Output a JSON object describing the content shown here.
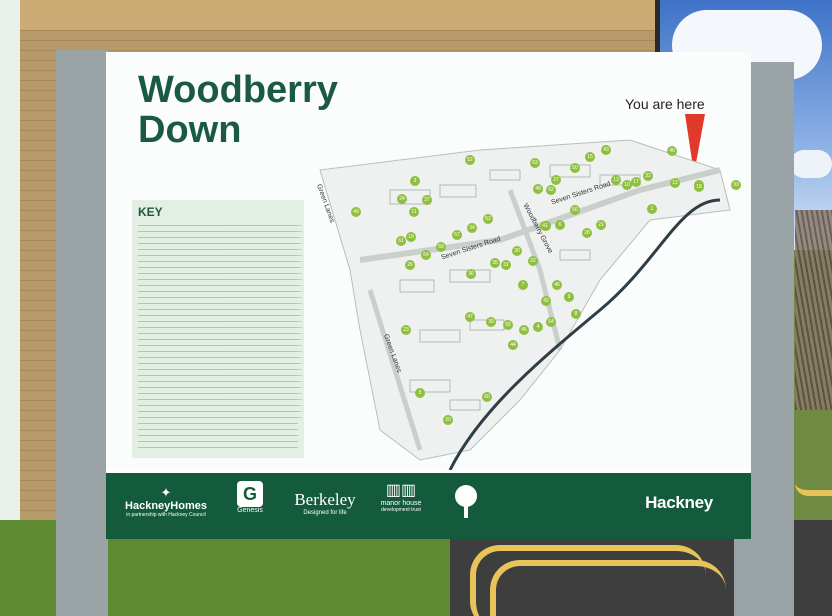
{
  "sign": {
    "title_line1": "Woodberry",
    "title_line2": "Down",
    "you_are_here": "You are here",
    "key_heading": "KEY",
    "street_labels": {
      "green_lanes_top": "Green Lanes",
      "green_lanes_bottom": "Green Lanes",
      "seven_sisters_left": "Seven Sisters Road",
      "seven_sisters_right": "Seven Sisters Road",
      "woodberry_grove": "Woodberry Grove"
    },
    "logos": {
      "hackney_homes": "HackneyHomes",
      "hackney_homes_sub": "in partnership with Hackney Council",
      "genesis": "Genesis",
      "berkeley": "Berkeley",
      "berkeley_sub": "Designed for life",
      "manor_house": "manor house",
      "manor_house_sub": "development trust",
      "hackney": "Hackney"
    },
    "map_markers": [
      "52",
      "63",
      "15",
      "43",
      "40",
      "27",
      "50",
      "3",
      "62",
      "48",
      "13",
      "10",
      "17",
      "32",
      "12",
      "16",
      "33",
      "24",
      "37",
      "11",
      "49",
      "56",
      "53",
      "57",
      "34",
      "19",
      "61",
      "26",
      "64",
      "59",
      "58",
      "28",
      "46",
      "22",
      "31",
      "36",
      "35",
      "30",
      "7",
      "47",
      "21",
      "23",
      "41",
      "39",
      "55",
      "45",
      "4",
      "54",
      "44",
      "42",
      "8",
      "9",
      "6",
      "60",
      "18",
      "1",
      "20",
      "5"
    ],
    "colors": {
      "title_green": "#1b5a42",
      "footer_green": "#145a3c",
      "marker_green": "#8fbf3f",
      "pin_red": "#e23a2a"
    }
  }
}
